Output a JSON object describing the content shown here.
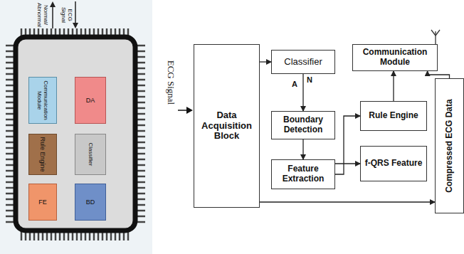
{
  "diagram": {
    "nodes": [
      {
        "text": [
          "Communication Module"
        ]
      },
      {
        "text": [
          "DA"
        ]
      },
      {
        "text": [
          "Rule Engine"
        ]
      },
      {
        "text": [
          "Classifier"
        ]
      },
      {
        "text": [
          "FE"
        ]
      },
      {
        "text": [
          "BD"
        ]
      },
      {
        "text": [
          "Data Acquisition Block"
        ]
      },
      {
        "text": [
          "Classifier"
        ]
      },
      {
        "text": [
          "Communication Module"
        ]
      },
      {
        "text": [
          "Boundary Detection"
        ]
      },
      {
        "text": [
          "Rule Engine"
        ]
      },
      {
        "text": [
          "Feature Extraction"
        ]
      },
      {
        "text": [
          "f-QRS Feature"
        ]
      },
      {
        "text": [
          "Compressed ECG Data"
        ]
      }
    ],
    "edges": [
      {
        "from": 6,
        "to": 7,
        "arrow": "to"
      },
      {
        "from": 7,
        "to": 9,
        "arrow": "to"
      },
      {
        "from": 9,
        "to": 11,
        "arrow": "to"
      },
      {
        "from": 11,
        "to": 10,
        "arrow": "to"
      },
      {
        "from": 11,
        "to": 12,
        "arrow": "to"
      },
      {
        "from": 10,
        "to": 8,
        "arrow": "to"
      },
      {
        "from": 13,
        "to": 8,
        "arrow": "to"
      },
      {
        "from": 6,
        "to": 13,
        "arrow": "to"
      }
    ],
    "labels": [
      "Normal/ Abnormal",
      "ECG Signal",
      "ECG Signal",
      "A",
      "N"
    ]
  }
}
